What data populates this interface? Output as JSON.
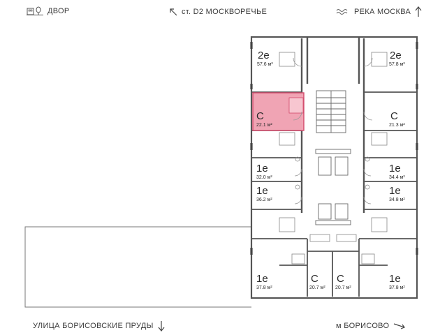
{
  "labels": {
    "courtyard": "ДВОР",
    "station": "ст. D2 МОСКВОРЕЧЬЕ",
    "river": "РЕКА МОСКВА",
    "street": "УЛИЦА БОРИСОВСКИЕ ПРУДЫ",
    "metro": "м БОРИСОВО"
  },
  "colors": {
    "highlight": "#f0a4b4",
    "highlight_stroke": "#d2486a",
    "wall": "#555555",
    "thin": "#8a8a8a"
  },
  "icons": {
    "courtyard": "courtyard-icon",
    "station": "arrow-up-left-icon",
    "river": "waves-icon",
    "street": "arrow-down-icon",
    "metro": "arrow-right-down-icon"
  },
  "units": [
    {
      "id": "u1",
      "type": "2e",
      "area": "57.6 м²",
      "selected": false
    },
    {
      "id": "u2",
      "type": "2e",
      "area": "57.8 м²",
      "selected": false
    },
    {
      "id": "u3",
      "type": "C",
      "area": "22.1 м²",
      "selected": true
    },
    {
      "id": "u4",
      "type": "C",
      "area": "21.3 м²",
      "selected": false
    },
    {
      "id": "u5",
      "type": "1e",
      "area": "32.0 м²",
      "selected": false
    },
    {
      "id": "u6",
      "type": "1e",
      "area": "34.4 м²",
      "selected": false
    },
    {
      "id": "u7",
      "type": "1e",
      "area": "36.2 м²",
      "selected": false
    },
    {
      "id": "u8",
      "type": "1e",
      "area": "34.8 м²",
      "selected": false
    },
    {
      "id": "u9",
      "type": "1e",
      "area": "37.8 м²",
      "selected": false
    },
    {
      "id": "u10",
      "type": "C",
      "area": "20.7 м²",
      "selected": false
    },
    {
      "id": "u11",
      "type": "C",
      "area": "20.7 м²",
      "selected": false
    },
    {
      "id": "u12",
      "type": "1e",
      "area": "37.8 м²",
      "selected": false
    }
  ]
}
